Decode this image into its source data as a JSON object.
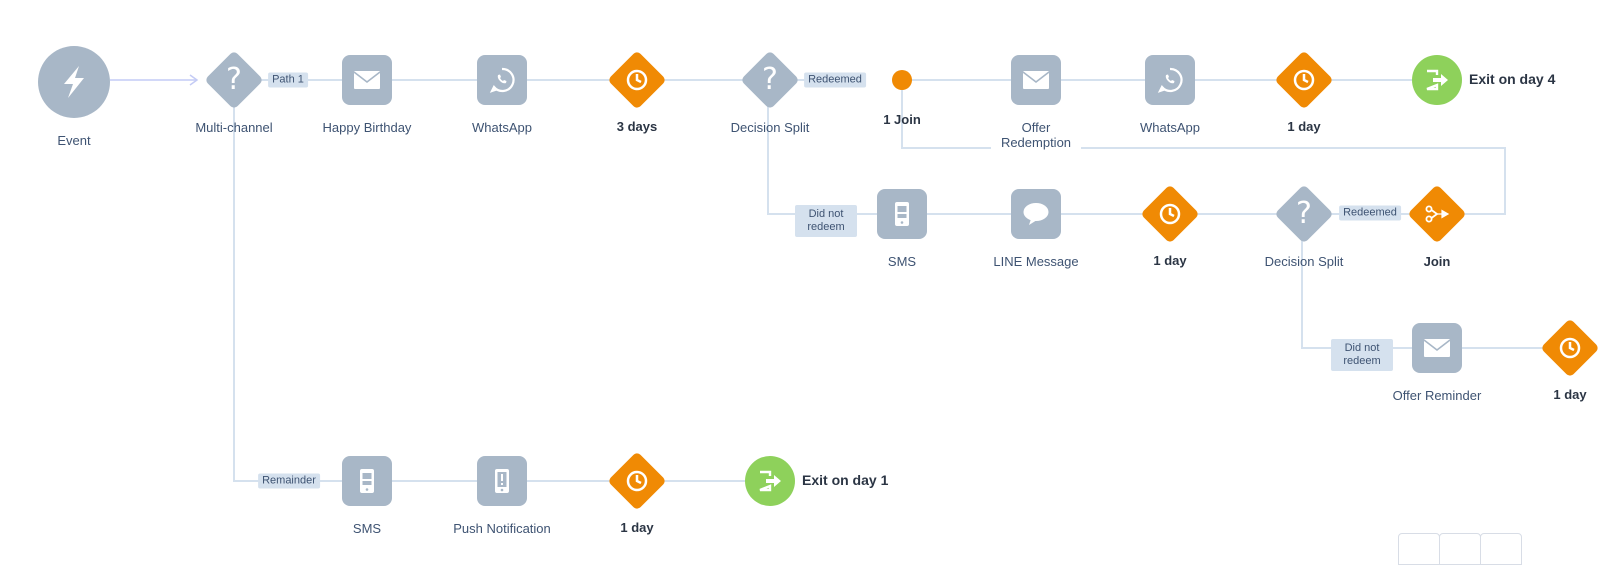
{
  "colors": {
    "line": "#d5e1ee",
    "activity": "#a8b7c7",
    "wait": "#f08a04",
    "exit": "#8ed15b",
    "arrow": "#c4cbf5"
  },
  "nodes": {
    "event": {
      "label": "Event",
      "icon": "lightning-bolt-icon"
    },
    "multichannel": {
      "label": "Multi-channel",
      "icon": "question-mark-icon"
    },
    "happy_birthday": {
      "label": "Happy Birthday",
      "icon": "envelope-icon"
    },
    "whatsapp_1": {
      "label": "WhatsApp",
      "icon": "whatsapp-icon"
    },
    "wait_1": {
      "label": "3 days",
      "icon": "clock-icon"
    },
    "decision_1": {
      "label": "Decision Split",
      "icon": "question-mark-icon"
    },
    "join_1": {
      "label": "1 Join"
    },
    "offer_redemption": {
      "label": "Offer Redemption",
      "icon": "envelope-icon"
    },
    "whatsapp_2": {
      "label": "WhatsApp",
      "icon": "whatsapp-icon"
    },
    "wait_2": {
      "label": "1 day",
      "icon": "clock-icon"
    },
    "exit_1": {
      "label": "Exit on day 4",
      "icon": "exit-icon"
    },
    "sms_1": {
      "label": "SMS",
      "icon": "mobile-icon"
    },
    "line_message": {
      "label": "LINE Message",
      "icon": "chat-bubble-icon"
    },
    "wait_3": {
      "label": "1 day",
      "icon": "clock-icon"
    },
    "decision_2": {
      "label": "Decision Split",
      "icon": "question-mark-icon"
    },
    "join_2": {
      "label": "Join",
      "icon": "join-icon"
    },
    "offer_reminder": {
      "label": "Offer Reminder",
      "icon": "envelope-icon"
    },
    "wait_4": {
      "label": "1 day",
      "icon": "clock-icon"
    },
    "sms_2": {
      "label": "SMS",
      "icon": "mobile-icon"
    },
    "push_notification": {
      "label": "Push Notification",
      "icon": "mobile-alert-icon"
    },
    "wait_5": {
      "label": "1 day",
      "icon": "clock-icon"
    },
    "exit_2": {
      "label": "Exit on day 1",
      "icon": "exit-icon"
    }
  },
  "path_tags": {
    "path_1": "Path 1",
    "redeemed_1": "Redeemed",
    "did_not_redeem_1": "Did not\nredeem",
    "redeemed_2": "Redeemed",
    "did_not_redeem_2": "Did not\nredeem",
    "remainder": "Remainder"
  }
}
